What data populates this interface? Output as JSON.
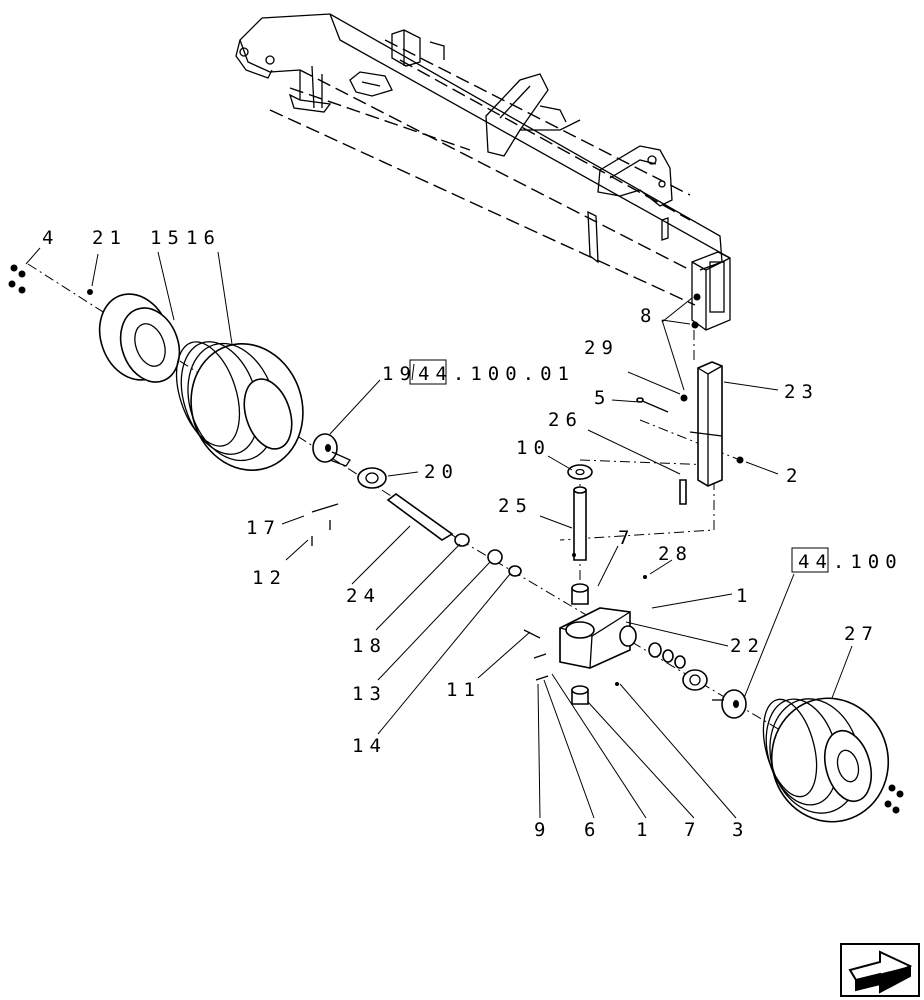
{
  "diagram": {
    "callouts": [
      "4",
      "21",
      "15",
      "16",
      "19",
      "20",
      "17",
      "12",
      "24",
      "18",
      "13",
      "14",
      "10",
      "25",
      "7",
      "28",
      "1",
      "22",
      "11",
      "9",
      "6",
      "1",
      "7",
      "3",
      "27",
      "2",
      "26",
      "5",
      "29",
      "8",
      "23"
    ],
    "references": [
      "44.100.01",
      "44.100"
    ],
    "nav": {
      "icon": "next-page-arrow-icon"
    }
  }
}
